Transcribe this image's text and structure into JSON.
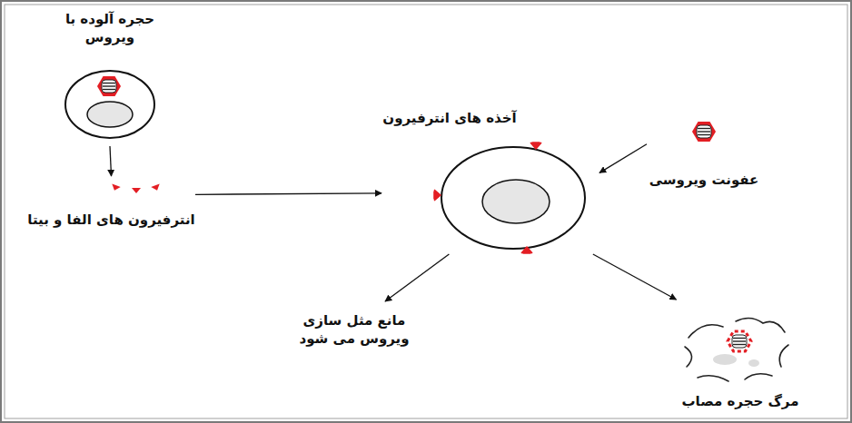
{
  "diagram": {
    "nodes": [
      {
        "text": [
          "حجره آلوده با ویروس"
        ]
      },
      {
        "text": [
          "انترفیرون های الفا و بیتا"
        ]
      },
      {
        "text": [
          "آخذه های انترفیرون"
        ]
      },
      {
        "text": [
          "عفونت ویروسی"
        ]
      },
      {
        "text": [
          "مانع مثل سازی ویروس می شود"
        ]
      },
      {
        "text": [
          "مرگ حجره مصاب"
        ]
      }
    ],
    "edges": [
      {
        "from": 0,
        "to": 1,
        "arrow": "to"
      },
      {
        "from": 1,
        "to": 2,
        "arrow": "to"
      },
      {
        "from": 3,
        "to": 2,
        "arrow": "to"
      },
      {
        "from": 2,
        "to": 4,
        "arrow": "to"
      },
      {
        "from": 2,
        "to": 5,
        "arrow": "to"
      }
    ]
  }
}
